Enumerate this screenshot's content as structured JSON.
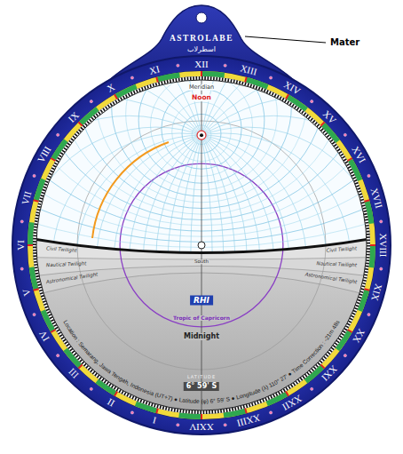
{
  "diagram": {
    "title": "ASTROLABE",
    "labels": [
      "اسطرلاب",
      "Mater",
      "XII",
      "XIII",
      "XIV",
      "XV",
      "XVI",
      "XVII",
      "XVIII",
      "XIX",
      "XX",
      "XXI",
      "XXII",
      "XXIII",
      "XXIV",
      "I",
      "II",
      "III",
      "IV",
      "V",
      "VI",
      "VII",
      "VIII",
      "IX",
      "X",
      "XI",
      "Meridian",
      "Noon",
      "South",
      "Civil Twilight",
      "Nautical Twilight",
      "Astronomical Twilight",
      "Civil Twilight",
      "Nautical Twilight",
      "Astronomical Twilight",
      "Tropic of Capricorn",
      "Midnight",
      "RHI",
      "LATITUDE",
      "6° 59' S",
      "Location : Semarang, Jawa Tengah, Indonesia (UT+7) ● Latitude (φ) 6° 59' S ● Longitude (λ) 110° 27' ● Time Correction : -21m 48s"
    ]
  }
}
